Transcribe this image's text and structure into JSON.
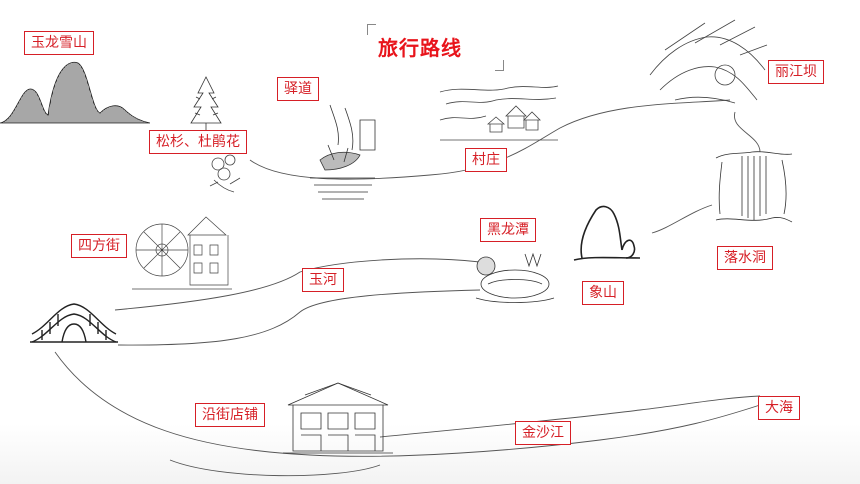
{
  "slide": {
    "title": "旅行路线",
    "colors": {
      "accent": "#e8141b",
      "label_border": "#d61f26",
      "line": "#555555"
    }
  },
  "stops": {
    "yulong": "玉龙雪山",
    "yidao": "驿道",
    "songshan": "松杉、杜鹃花",
    "cunzhuang": "村庄",
    "lijiangba": "丽江坝",
    "sifangjie": "四方街",
    "heilongtan": "黑龙潭",
    "yuhe": "玉河",
    "xiangshan": "象山",
    "luoshuidong": "落水洞",
    "yanjie": "沿街店铺",
    "jinshajiang": "金沙江",
    "dahai": "大海"
  },
  "icons": [
    "snow-mountain-icon",
    "pine-tree-icon",
    "post-road-icon",
    "village-icon",
    "sun-valley-icon",
    "waterfall-icon",
    "waterwheel-street-icon",
    "pond-icon",
    "elephant-hill-icon",
    "arch-bridge-icon",
    "shops-icon"
  ]
}
